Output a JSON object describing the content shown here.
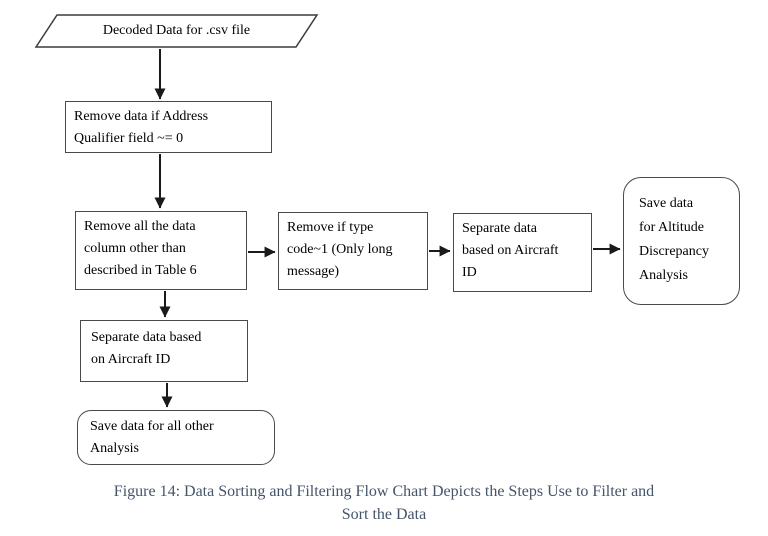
{
  "page": {
    "background": "#ffffff"
  },
  "flowchart": {
    "title": "Data Sorting and Filtering Flow Chart",
    "stroke_color": "#4a4a4a",
    "arrow_color": "#1a1a1a",
    "text_color": "#000000",
    "nodes": {
      "start": {
        "shape": "parallelogram",
        "label": "Decoded Data for .csv file"
      },
      "remove_address_qualifier": {
        "shape": "rectangle",
        "label": "Remove data if Address\nQualifier field ~= 0"
      },
      "remove_columns": {
        "shape": "rectangle",
        "label": "Remove all the data\ncolumn other than\ndescribed in Table 6"
      },
      "remove_type_code": {
        "shape": "rectangle",
        "label": "Remove if type\ncode~1 (Only long\nmessage)"
      },
      "separate_aircraft_right": {
        "shape": "rectangle",
        "label": "Separate data\nbased on Aircraft\nID"
      },
      "save_altitude": {
        "shape": "rounded-rectangle",
        "label": "Save data\nfor Altitude\nDiscrepancy\nAnalysis"
      },
      "separate_aircraft_bottom": {
        "shape": "rectangle",
        "label": "Separate data based\non Aircraft ID"
      },
      "save_other": {
        "shape": "rounded-rectangle",
        "label": "Save data for all other\nAnalysis"
      }
    },
    "edges": [
      {
        "from": "start",
        "to": "remove_address_qualifier"
      },
      {
        "from": "remove_address_qualifier",
        "to": "remove_columns"
      },
      {
        "from": "remove_columns",
        "to": "remove_type_code"
      },
      {
        "from": "remove_type_code",
        "to": "separate_aircraft_right"
      },
      {
        "from": "separate_aircraft_right",
        "to": "save_altitude"
      },
      {
        "from": "remove_columns",
        "to": "separate_aircraft_bottom"
      },
      {
        "from": "separate_aircraft_bottom",
        "to": "save_other"
      }
    ]
  },
  "caption": {
    "text": "Figure 14: Data Sorting and Filtering Flow Chart Depicts the Steps Use to Filter and\nSort the Data",
    "color": "#44546A"
  }
}
